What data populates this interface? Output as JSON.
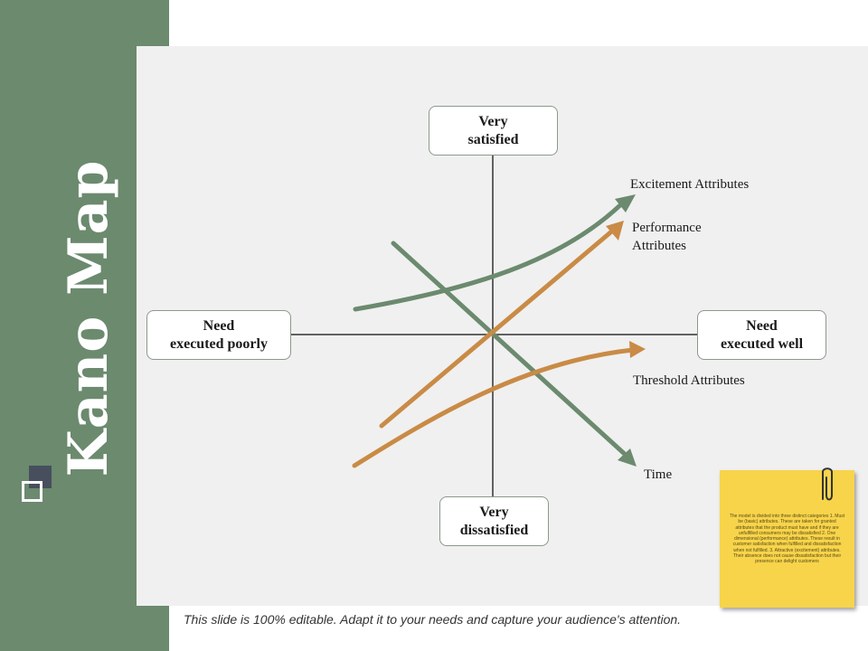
{
  "sidebar": {
    "title": "Kano Map",
    "colors": {
      "background": "#6b8a6e",
      "square_dark": "#474f5e",
      "square_outline": "#ffffff"
    }
  },
  "diagram": {
    "top_box": "Very\nsatisfied",
    "bottom_box": "Very\ndissatisfied",
    "left_box": "Need\nexecuted poorly",
    "right_box": "Need\nexecuted well",
    "labels": {
      "excitement": "Excitement Attributes",
      "performance": "Performance\nAttributes",
      "threshold": "Threshold Attributes",
      "time": "Time"
    },
    "colors": {
      "green": "#6b8a6e",
      "orange": "#c98b45",
      "axis": "#333333",
      "panel": "#f0f0f0"
    },
    "icons": [
      "arrow-head-icon",
      "paperclip-icon"
    ]
  },
  "note": {
    "text": "The model is divided into three distinct categories 1. Must be (basic) attributes. These are taken for granted attributes that the product must have and if they are unfulfilled consumers may be dissatisfied 2. One dimensional (performance) attributes. These result in customer satisfaction when fulfilled and dissatisfaction when not fulfilled. 3. Attractive (excitement) attributes. Their absence does not cause dissatisfaction but their presence can delight customers",
    "color": "#f7d44a"
  },
  "footer": {
    "text": "This slide is 100% editable. Adapt it to your needs and capture your audience's attention."
  }
}
